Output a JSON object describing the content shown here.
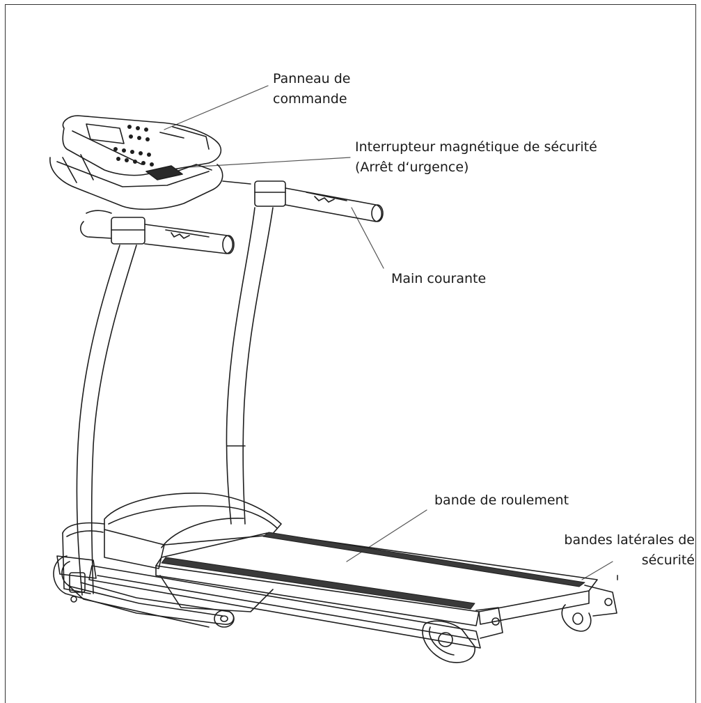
{
  "labels": {
    "control_panel": [
      "Panneau de",
      "commande"
    ],
    "safety_switch": [
      "Interrupteur magnétique de sécurité",
      "(Arrêt d‘urgence)"
    ],
    "handrail": "Main courante",
    "belt": "bande de roulement",
    "side_rails": [
      "bandes latérales de",
      "sécurité"
    ]
  },
  "colors": {
    "line": "#1e1e1e",
    "belt": "#3a3a3a",
    "text": "#1a1a1a"
  }
}
